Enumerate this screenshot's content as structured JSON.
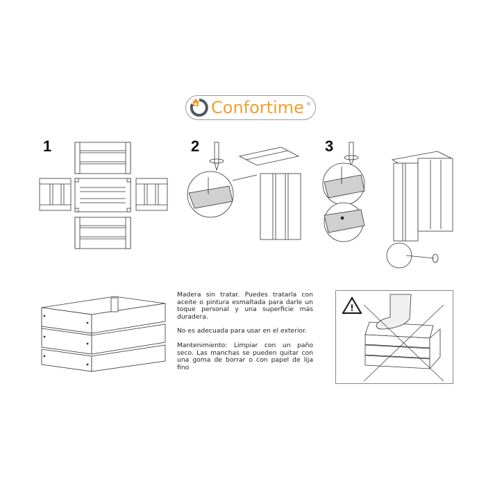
{
  "brand": {
    "name_part1": "Confor",
    "name_part2": "time",
    "registered_mark": "®",
    "accent_color": "#f0a030",
    "ring_color": "#505860"
  },
  "steps": [
    {
      "number": "1",
      "description": "Layout of crate panels: two long sides, bottom, and two short ends"
    },
    {
      "number": "2",
      "description": "Screw long side slats onto end panel; detail of screw into board"
    },
    {
      "number": "3",
      "description": "Attach opposite side; detail of screw and hole; final screw detail"
    }
  ],
  "info": {
    "paragraphs": [
      "Madera sin tratar. Puedes tratarla con aceite o pintura esmaltada para darle un toque personal y una superficie más duradera.",
      "No es adecuada para usar en el exterior.",
      "Mantenimiento: Limpiar con un paño seco. Las manchas se pueden quitar con una goma de borrar o con papel de lija fino"
    ]
  },
  "warning": {
    "icon": "warning-triangle-icon",
    "symbol": "!",
    "description": "Do not stand on the crate"
  }
}
